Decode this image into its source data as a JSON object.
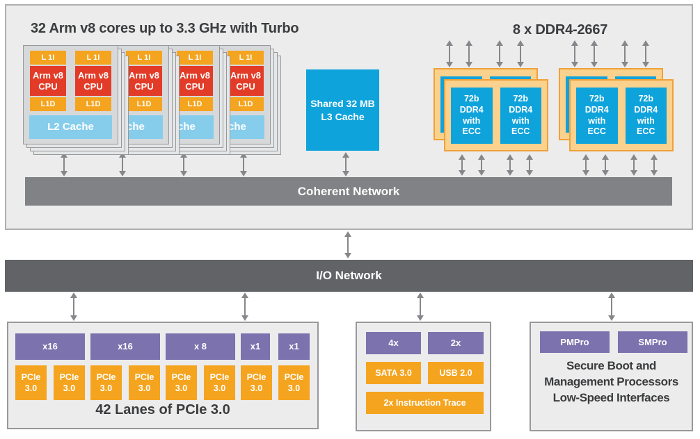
{
  "colors": {
    "panel-bg": "#ECECEC",
    "panel-border": "#AEAFB1",
    "orange": "#F5A41F",
    "red": "#E23C28",
    "blue": "#0FA3DC",
    "light-blue": "#86CDEC",
    "purple": "#7B72AE",
    "ddr-card": "#FAD18D",
    "ddr-border": "#F0A139",
    "coherent-bar": "#808285",
    "io-bar": "#626367",
    "card-bg": "#D7D8DA",
    "card-border": "#97989A",
    "layer-bg": "#E5E6E8",
    "arrow": "#85878A",
    "text-dark": "#3B3C3E"
  },
  "top_panel": {
    "title": "32 Arm v8 cores up to 3.3 GHz with Turbo",
    "ddr_title": "8 x DDR4-2667",
    "cpu_stack": {
      "l1i": "L 1I",
      "cpu_line1": "Arm v8",
      "cpu_line2": "CPU",
      "l1d": "L1D",
      "l2": "L2 Cache"
    },
    "l3": {
      "line1": "Shared 32 MB",
      "line2": "L3 Cache"
    },
    "ddr_channel": {
      "lines": [
        "72b",
        "DDR4",
        "with",
        "ECC"
      ]
    },
    "coherent_label": "Coherent Network"
  },
  "io_network_label": "I/O Network",
  "pcie_panel": {
    "lanes": [
      "x16",
      "x16",
      "x 8",
      "x1",
      "x1"
    ],
    "ports": [
      {
        "l1": "PCIe",
        "l2": "3.0"
      },
      {
        "l1": "PCIe",
        "l2": "3.0"
      },
      {
        "l1": "PCIe",
        "l2": "3.0"
      },
      {
        "l1": "PCIe",
        "l2": "3.0"
      },
      {
        "l1": "PCIe",
        "l2": "3.0"
      },
      {
        "l1": "PCIe",
        "l2": "3.0"
      },
      {
        "l1": "PCIe",
        "l2": "3.0"
      },
      {
        "l1": "PCIe",
        "l2": "3.0"
      }
    ],
    "caption": "42 Lanes of PCIe 3.0"
  },
  "storage_panel": {
    "lanes": [
      "4x",
      "2x"
    ],
    "ports": [
      "SATA 3.0",
      "USB 2.0"
    ],
    "trace": "2x Instruction Trace"
  },
  "mgmt_panel": {
    "units": [
      "PMPro",
      "SMPro"
    ],
    "caption_lines": [
      "Secure Boot and",
      "Management Processors",
      "Low-Speed Interfaces"
    ]
  }
}
